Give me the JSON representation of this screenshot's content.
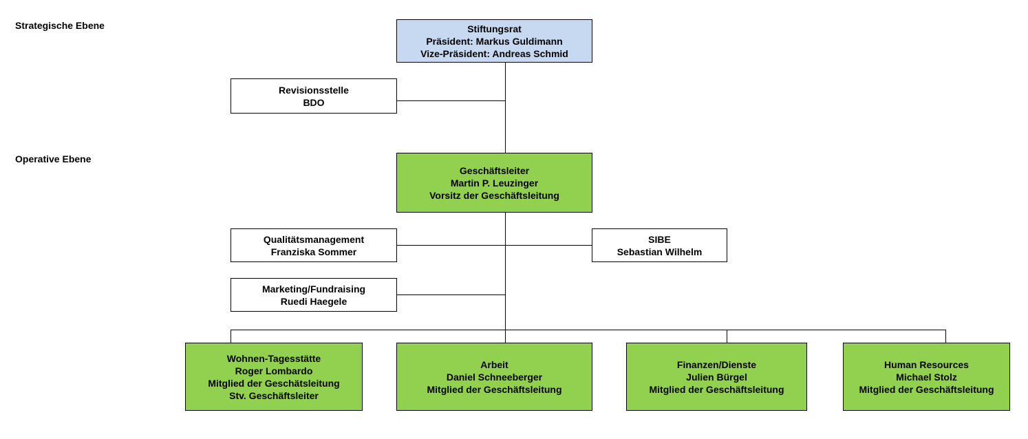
{
  "levels": {
    "strategic": "Strategische Ebene",
    "operative": "Operative Ebene"
  },
  "colors": {
    "board_fill": "#c6d9f1",
    "management_fill": "#92d050",
    "staff_fill": "#ffffff",
    "line": "#000000"
  },
  "nodes": {
    "stiftungsrat": [
      "Stiftungsrat",
      "Präsident: Markus Guldimann",
      "Vize-Präsident: Andreas Schmid"
    ],
    "revision": [
      "Revisionsstelle",
      "BDO"
    ],
    "geschaeftsleiter": [
      "Geschäftsleiter",
      "Martin P. Leuzinger",
      "Vorsitz der Geschäftsleitung"
    ],
    "qualitaet": [
      "Qualitätsmanagement",
      "Franziska Sommer"
    ],
    "sibe": [
      "SIBE",
      "Sebastian Wilhelm"
    ],
    "marketing": [
      "Marketing/Fundraising",
      "Ruedi Haegele"
    ],
    "wohnen": [
      "Wohnen-Tagesstätte",
      "Roger Lombardo",
      "Mitglied der Geschätsleitung",
      "Stv. Geschäftsleiter"
    ],
    "arbeit": [
      "Arbeit",
      "Daniel Schneeberger",
      "Mitglied der Geschäftsleitung"
    ],
    "finanzen": [
      "Finanzen/Dienste",
      "Julien Bürgel",
      "Mitglied der Geschäftsleitung"
    ],
    "hr": [
      "Human Resources",
      "Michael Stolz",
      "Mitglied der Geschäftsleitung"
    ]
  }
}
